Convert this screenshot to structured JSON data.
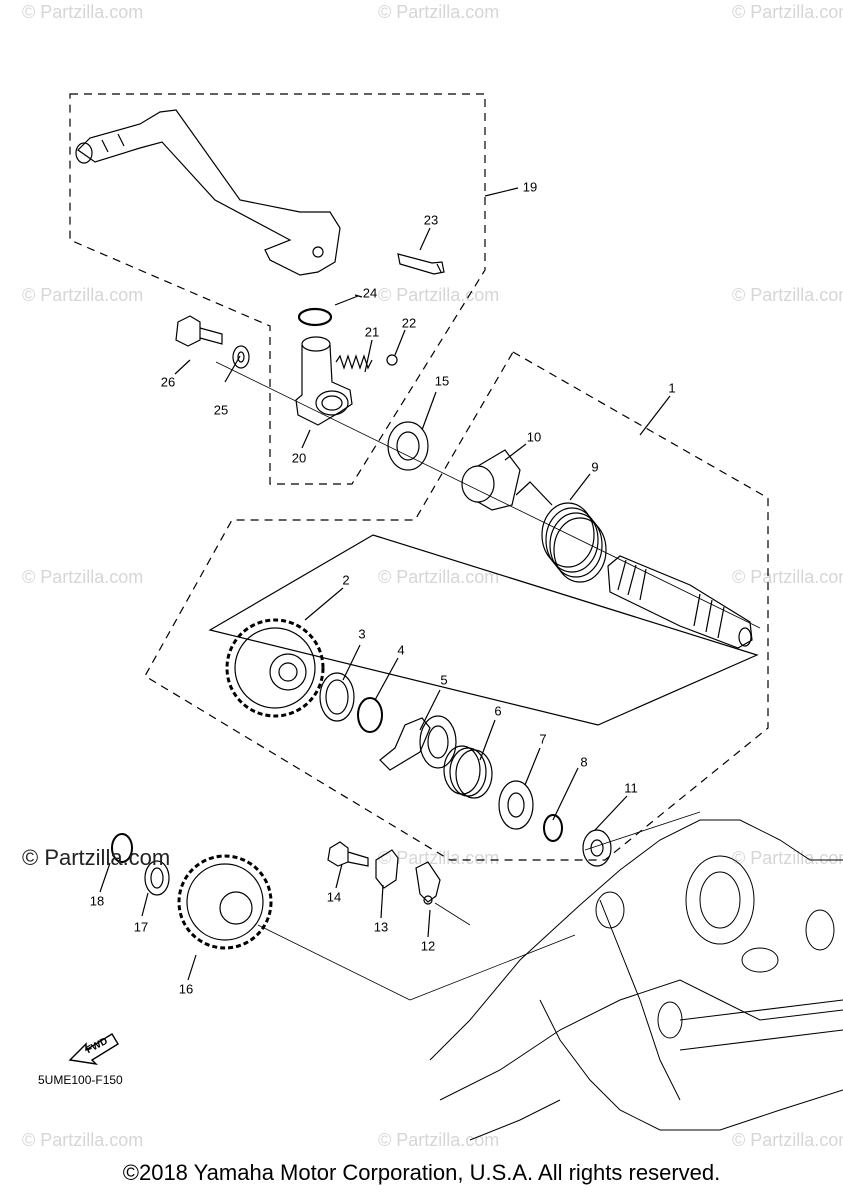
{
  "watermark": "© Partzilla.com",
  "watermark_strong": "© Partzilla.com",
  "diagram_code": "5UME100-F150",
  "fwd_label": "FWD",
  "copyright": "©2018 Yamaha Motor Corporation, U.S.A. All rights reserved.",
  "callouts": {
    "c1": "1",
    "c2": "2",
    "c3": "3",
    "c4": "4",
    "c5": "5",
    "c6": "6",
    "c7": "7",
    "c8": "8",
    "c9": "9",
    "c10": "10",
    "c11": "11",
    "c12": "12",
    "c13": "13",
    "c14": "14",
    "c15": "15",
    "c16": "16",
    "c17": "17",
    "c18": "18",
    "c19": "19",
    "c20": "20",
    "c21": "21",
    "c22": "22",
    "c23": "23",
    "c24": "24",
    "c25": "25",
    "c26": "26"
  }
}
